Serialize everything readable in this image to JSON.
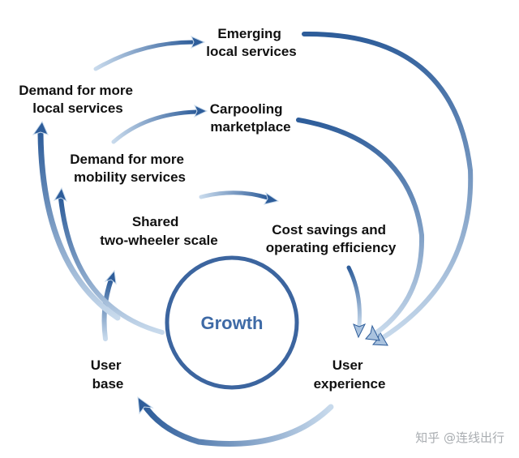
{
  "colors": {
    "arrow_dark": "#2e5d9a",
    "arrow_light": "#c6d8ea",
    "center_ring": "#3c659f",
    "center_text": "#3e6aa6",
    "label_text": "#111111",
    "watermark": "#a9adb1"
  },
  "center": {
    "label": "Growth"
  },
  "nodes": {
    "emerging_local_services": [
      "Emerging",
      "local services"
    ],
    "demand_local_services": [
      "Demand for more",
      "local services"
    ],
    "carpooling_marketplace": [
      "Carpooling",
      "marketplace"
    ],
    "demand_mobility_services": [
      "Demand for more",
      "mobility services"
    ],
    "shared_two_wheeler_scale": [
      "Shared",
      "two-wheeler scale"
    ],
    "cost_savings": [
      "Cost savings and",
      "operating efficiency"
    ],
    "user_base": [
      "User",
      "base"
    ],
    "user_experience": [
      "User",
      "experience"
    ]
  },
  "watermark": "知乎 @连线出行"
}
